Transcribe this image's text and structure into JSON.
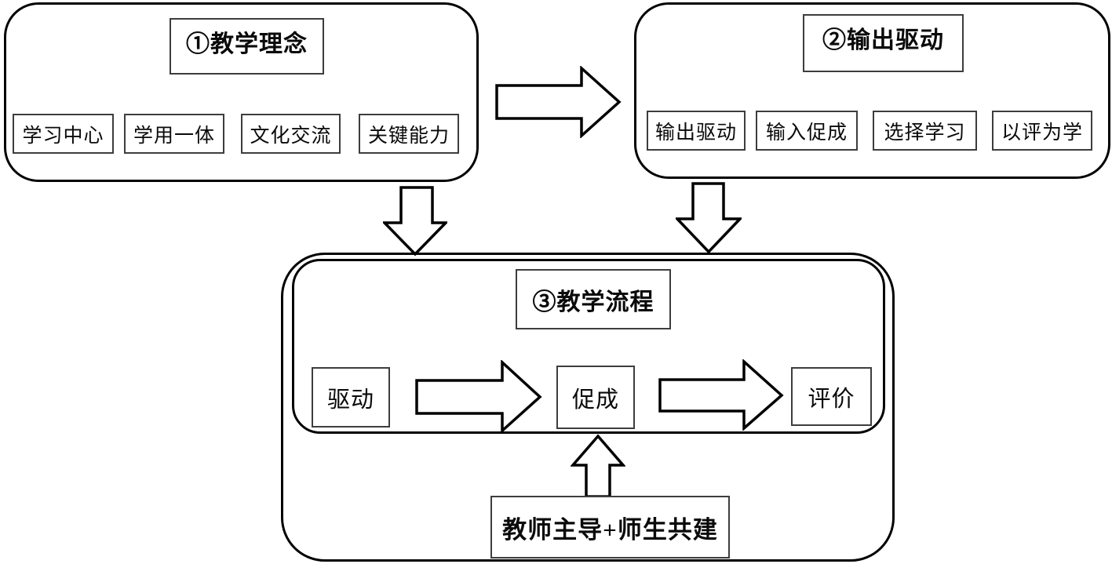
{
  "canvas": {
    "background": "#ffffff",
    "panel_border_color": "#000000",
    "box_border_color": "#3d3d3d"
  },
  "panel1": {
    "title": "①教学理念",
    "items": [
      {
        "label": "学习中心"
      },
      {
        "label": "学用一体"
      },
      {
        "label": "文化交流"
      },
      {
        "label": "关键能力"
      }
    ]
  },
  "panel2": {
    "title": "②输出驱动",
    "items": [
      {
        "label": "输出驱动"
      },
      {
        "label": "输入促成"
      },
      {
        "label": "选择学习"
      },
      {
        "label": "以评为学"
      }
    ]
  },
  "panel3": {
    "title": "③教学流程",
    "flow": [
      {
        "label": "驱动"
      },
      {
        "label": "促成"
      },
      {
        "label": "评价"
      }
    ],
    "support_label": "教师主导+师生共建"
  }
}
